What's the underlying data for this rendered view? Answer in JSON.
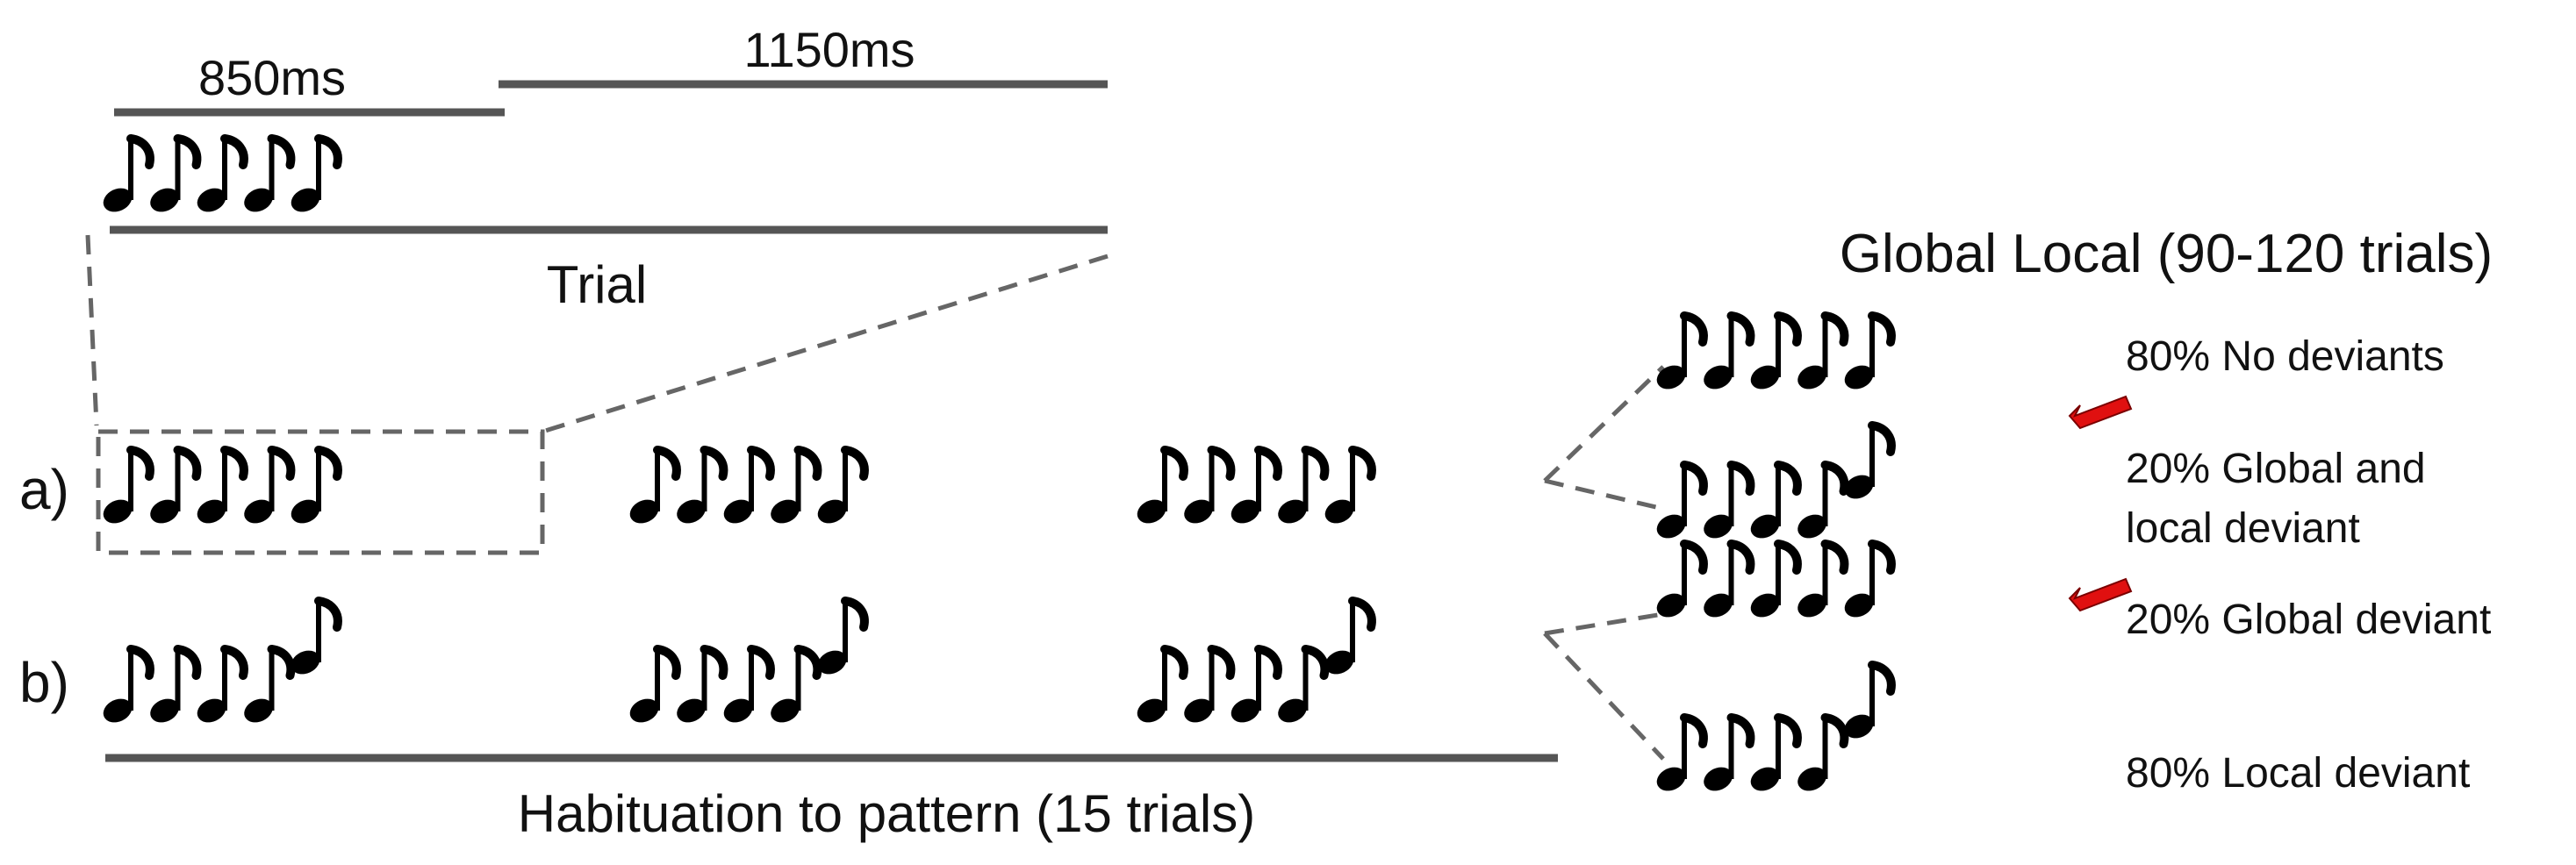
{
  "timing": {
    "tone_sequence": "850ms",
    "intertrial": "1150ms",
    "trial": "Trial"
  },
  "rows": {
    "a": "a)",
    "b": "b)"
  },
  "habituation": "Habituation to pattern (15 trials)",
  "global_local": {
    "title": "Global Local (90-120 trials)",
    "conditions": [
      {
        "label": "80% No deviants"
      },
      {
        "label_lines": [
          "20% Global and",
          "local deviant"
        ]
      },
      {
        "label": "20% Global deviant"
      },
      {
        "label": "80% Local deviant"
      }
    ]
  },
  "icons": {
    "note": "eighth-note-icon",
    "deviant_marker": "red-arrow-icon"
  },
  "colors": {
    "note": "#000000",
    "lines": "#555555",
    "arrow": "#e01010"
  }
}
